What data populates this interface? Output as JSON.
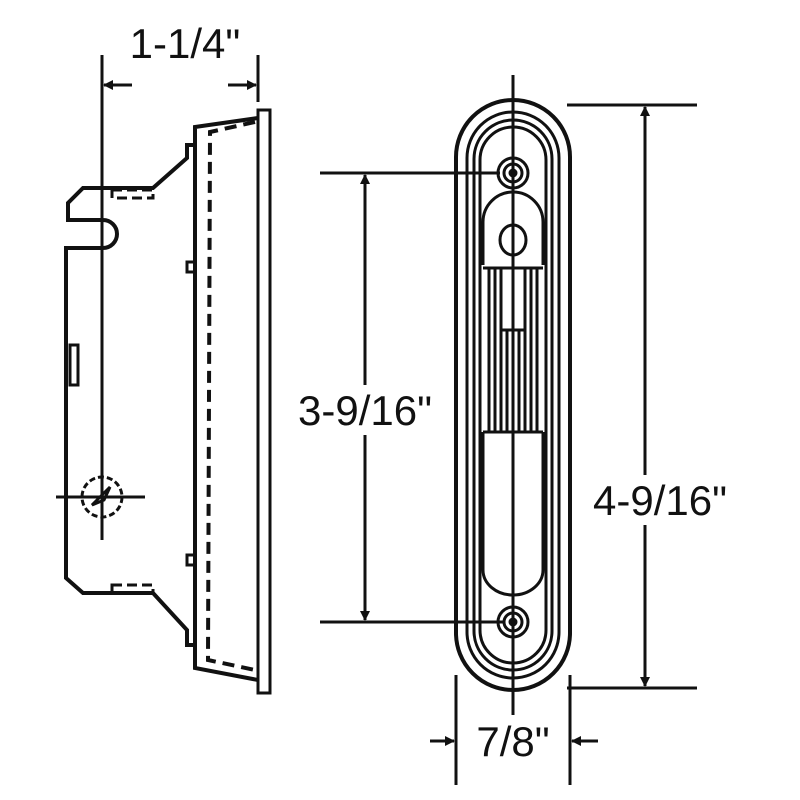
{
  "diagram": {
    "dimensions": {
      "depth": "1-1/4\"",
      "hole_spacing": "3-9/16\"",
      "overall_height": "4-9/16\"",
      "width": "7/8\""
    },
    "colors": {
      "line": "#111111",
      "background": "#ffffff"
    }
  }
}
